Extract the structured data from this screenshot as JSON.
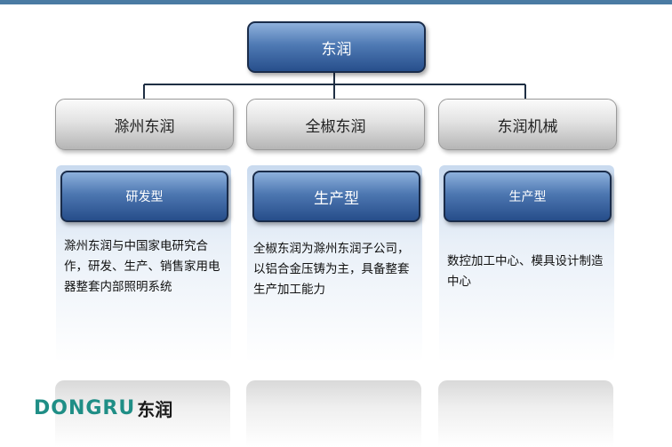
{
  "root": {
    "label": "东润"
  },
  "branches": [
    {
      "name": "滁州东润",
      "type": "研发型",
      "description": "滁州东润与中国家电研究合作，研发、生产、销售家用电器整套内部照明系统"
    },
    {
      "name": "全椒东润",
      "type": "生产型",
      "description": "全椒东润为滁州东润子公司，以铝合金压铸为主，具备整套生产加工能力"
    },
    {
      "name": "东润机械",
      "type": "生产型",
      "description": "数控加工中心、模具设计制造中心"
    }
  ],
  "logo": {
    "latin": "DONGRU",
    "chinese": "东润"
  },
  "colors": {
    "top_bar": "#4a7ba3",
    "logo_teal": "#1f8e86",
    "box_blue": "#4d77b1"
  }
}
